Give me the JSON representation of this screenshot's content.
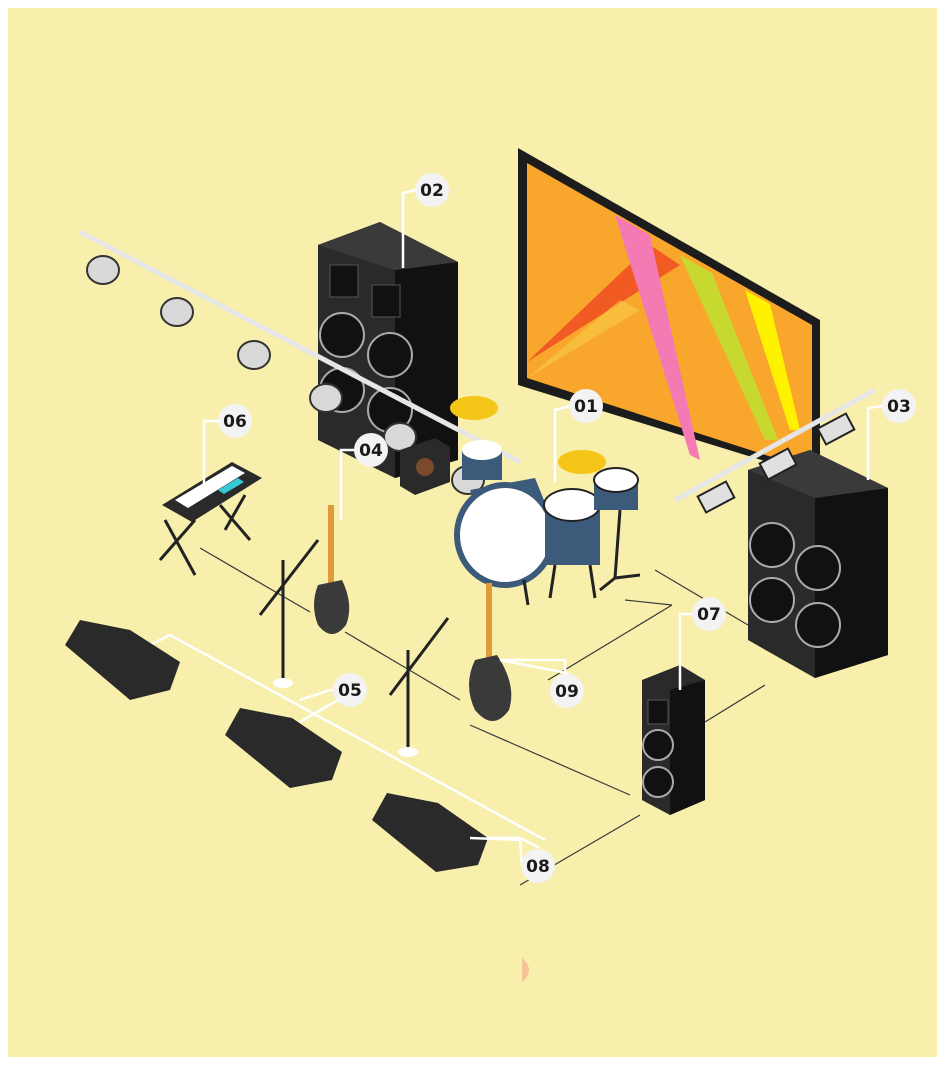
{
  "colors": {
    "background": "#f7efab",
    "frame": "#ffffff",
    "screen_base": "#f9a72c",
    "screen_red": "#f15a22",
    "screen_pink": "#f47ab4",
    "screen_lime": "#c7d92f",
    "screen_yellow": "#fff200",
    "speaker_dark": "#1c1c1c",
    "drum_blue": "#3c5a7a",
    "cymbal": "#f5c518",
    "keyboard_screen": "#36c9d8",
    "guitar_neck": "#e09a3a",
    "line": "#3a3a3a",
    "badge_fill": "#f3f3f3"
  },
  "labels": [
    {
      "id": "01",
      "text": "01",
      "item": "drum-kit"
    },
    {
      "id": "02",
      "text": "02",
      "item": "main-speaker-left"
    },
    {
      "id": "03",
      "text": "03",
      "item": "main-speaker-right"
    },
    {
      "id": "04",
      "text": "04",
      "item": "bass-guitar"
    },
    {
      "id": "05",
      "text": "05",
      "item": "microphone-stands"
    },
    {
      "id": "06",
      "text": "06",
      "item": "keyboard"
    },
    {
      "id": "07",
      "text": "07",
      "item": "small-speaker"
    },
    {
      "id": "08",
      "text": "08",
      "item": "stage-monitors"
    },
    {
      "id": "09",
      "text": "09",
      "item": "electric-guitar"
    }
  ]
}
